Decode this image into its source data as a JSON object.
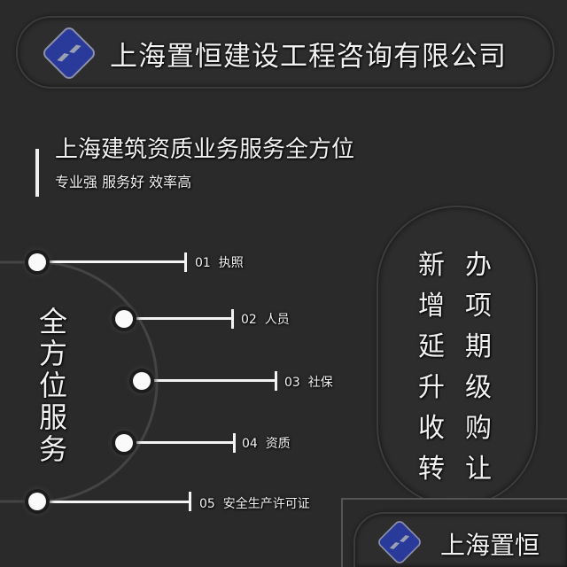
{
  "header": {
    "company_name": "上海置恒建设工程咨询有限公司",
    "logo_icon": "company-logo-blue-diamond"
  },
  "headline": {
    "title": "上海建筑资质业务服务全方位",
    "subtitle": "专业强 服务好 效率高"
  },
  "services": {
    "vertical_label": [
      "全",
      "方",
      "位",
      "服",
      "务"
    ],
    "items": [
      {
        "num": "01",
        "label": "执照"
      },
      {
        "num": "02",
        "label": "人员"
      },
      {
        "num": "03",
        "label": "社保"
      },
      {
        "num": "04",
        "label": "资质"
      },
      {
        "num": "05",
        "label": "安全生产许可证"
      }
    ]
  },
  "actions": {
    "left_column": [
      "新",
      "增",
      "延",
      "升",
      "收",
      "转"
    ],
    "right_column": [
      "办",
      "项",
      "期",
      "级",
      "购",
      "让"
    ]
  },
  "footer_badge": {
    "text": "上海置恒"
  },
  "colors": {
    "background": "#2a2a2a",
    "logo_blue": "#2a3a9a",
    "text": "#f2f2f2"
  }
}
